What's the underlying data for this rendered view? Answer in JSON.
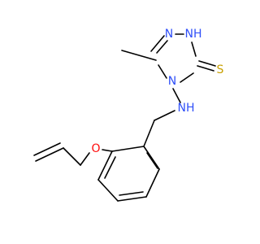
{
  "molecule": {
    "atoms": {
      "n1": {
        "text": "N",
        "color": "#3050F8"
      },
      "n2": {
        "text": "NH",
        "color": "#3050F8"
      },
      "n4": {
        "text": "N",
        "color": "#3050F8"
      },
      "nh": {
        "text": "NH",
        "color": "#3050F8"
      },
      "s": {
        "text": "S",
        "color": "#C8A000"
      },
      "o": {
        "text": "O",
        "color": "#FF0D0D"
      }
    }
  }
}
